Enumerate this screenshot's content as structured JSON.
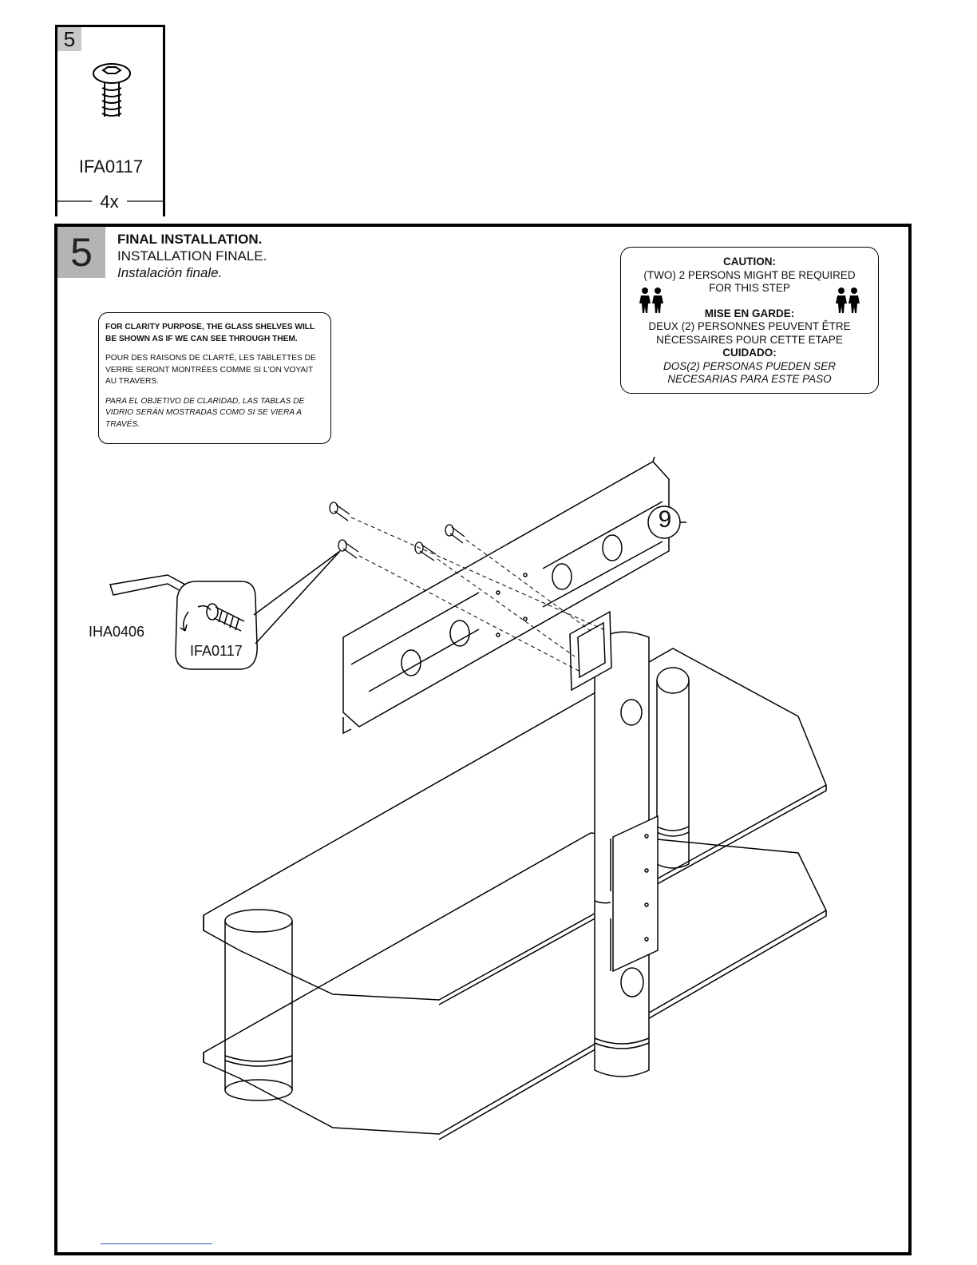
{
  "hardware": {
    "step_number": "5",
    "part_code": "IFA0117",
    "quantity": "4x",
    "icon": "flat-head-screw-icon"
  },
  "step": {
    "number": "5",
    "title_en": "FINAL INSTALLATION.",
    "title_fr": "INSTALLATION FINALE.",
    "title_es": "Instalación finale."
  },
  "note": {
    "en": "FOR CLARITY PURPOSE, THE GLASS SHELVES WILL BE SHOWN AS IF WE CAN SEE THROUGH THEM.",
    "fr": "POUR DES RAISONS DE CLARTÉ, LES TABLETTES DE VERRE SERONT MONTRÉES COMME SI L'ON VOYAIT AU TRAVERS.",
    "es": "PARA EL OBJETIVO DE CLARIDAD, LAS TABLAS DE VIDRIO SERÁN MOSTRADAS COMO SI SE VIERA A TRAVÉS."
  },
  "caution": {
    "heading_en": "CAUTION:",
    "line1_en": "(TWO) 2 PERSONS MIGHT BE REQUIRED",
    "line2_en": "FOR THIS STEP",
    "heading_fr": "MISE EN GARDE:",
    "line1_fr": "DEUX (2) PERSONNES PEUVENT ÊTRE",
    "line2_fr": "NÉCESSAIRES POUR CETTE ETAPE",
    "heading_es": "CUIDADO:",
    "line1_es": "DOS(2) PERSONAS PUEDEN SER",
    "line2_es": "NECESARIAS PARA ESTE PASO",
    "icon": "two-persons-icon"
  },
  "callouts": {
    "part_number": "9",
    "tool_code": "IHA0406",
    "screw_code": "IFA0117"
  }
}
